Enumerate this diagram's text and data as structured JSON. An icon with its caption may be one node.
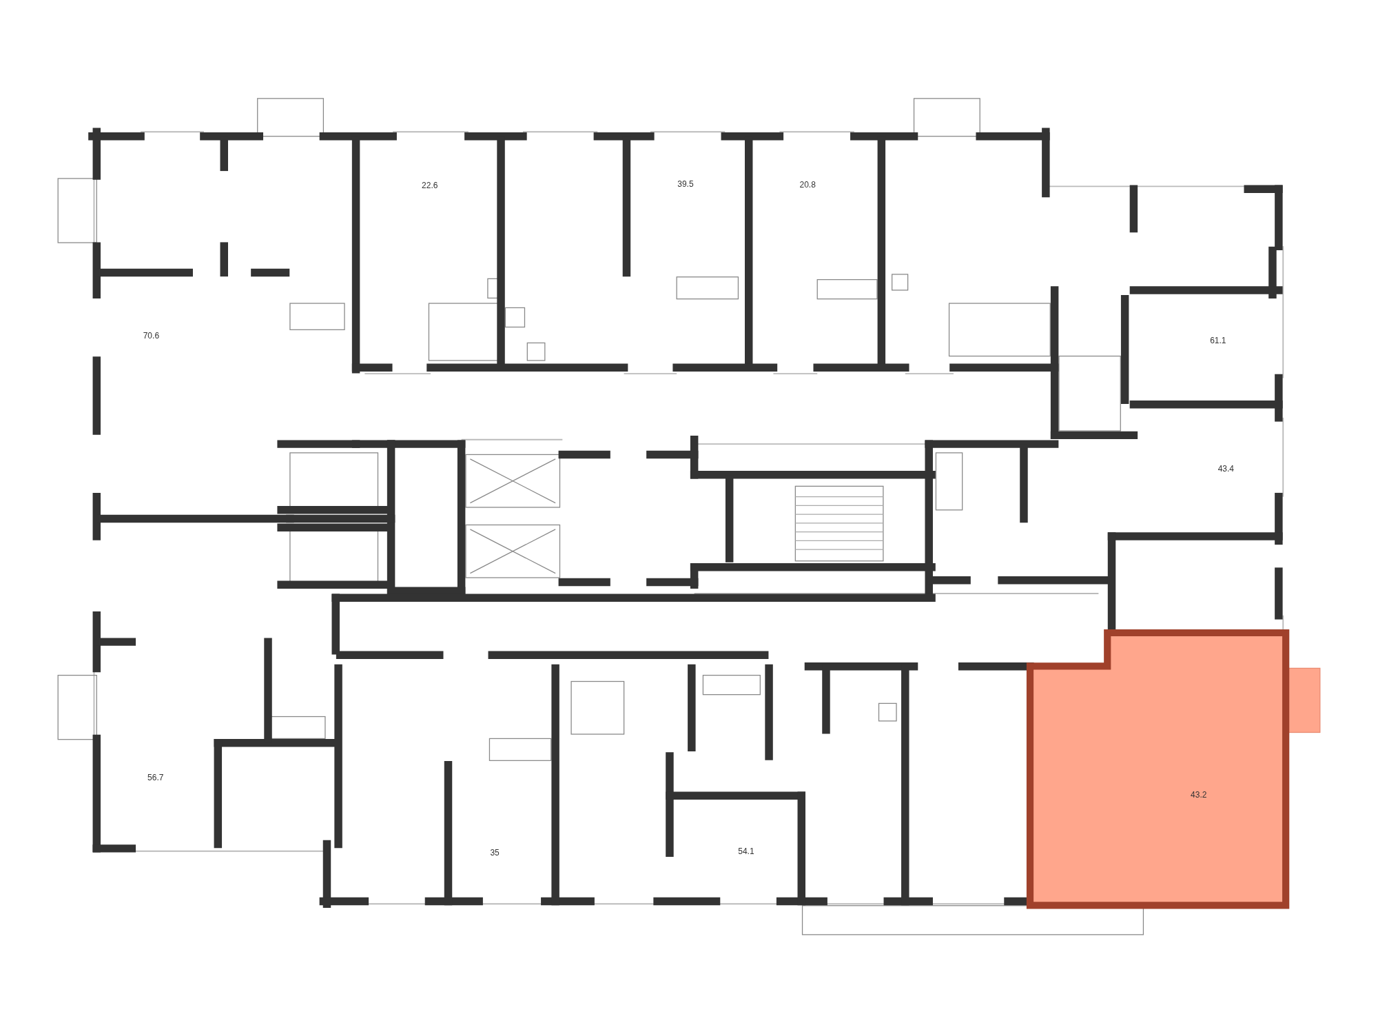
{
  "diagram": {
    "nodes": [
      {
        "text": [
          "43.2"
        ]
      }
    ],
    "labels": [
      "22.6",
      "39.5",
      "20.8",
      "70.6",
      "61.1",
      "43.4",
      "56.7",
      "35",
      "54.1"
    ]
  }
}
